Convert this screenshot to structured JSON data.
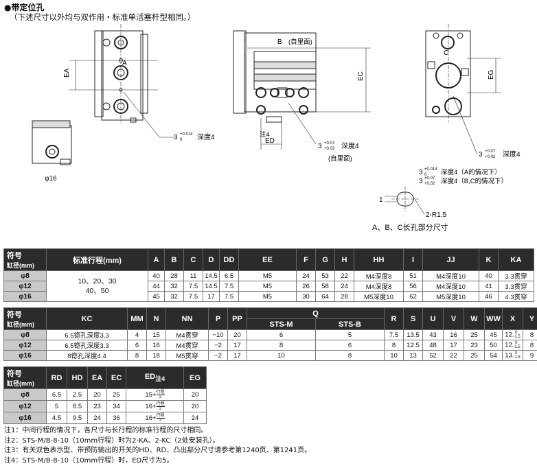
{
  "header": {
    "title": "●带定位孔",
    "subtitle": "（下述尺寸以外均与双作用・标准单活塞杆型相同。）"
  },
  "drawing_labels": {
    "ea": "EA",
    "a": "A",
    "hole_tol_1": "3",
    "hole_tol_1_sup": "+0.014",
    "hole_tol_1_sub": "0",
    "hole_tol_1_depth": "深度4",
    "phi16": "φ16",
    "b": "B",
    "back_face": "(自里面)",
    "ec": "EC",
    "note4": "注4",
    "ed": "ED",
    "hole_tol_2": "3",
    "hole_tol_2_sup": "+0.07",
    "hole_tol_2_sub": "+0.02",
    "hole_tol_2_depth": "深度4",
    "back_face_2": "(自里面)",
    "c": "C",
    "eg": "EG",
    "hole_tol_3": "3",
    "hole_tol_3_sup": "+0.07",
    "hole_tol_3_sub": "+0.02",
    "hole_tol_3_depth": "深度4",
    "slot_a_line": "3",
    "slot_a_sup": "+0.014",
    "slot_a_sub": "0",
    "slot_a_text": "深度4（A的情况下）",
    "slot_bc_line": "3",
    "slot_bc_sup": "+0.07",
    "slot_bc_sub": "+0.02",
    "slot_bc_text": "深度4（B,C的情况下）",
    "dim_1": "1",
    "r15": "2-R1.5",
    "slot_caption": "A、B、C长孔部分尺寸"
  },
  "table1": {
    "corner_top": "符号",
    "corner_bottom": "缸径(mm)",
    "stroke_head": "标准行程(mm)",
    "stroke_line1": "10、20、30",
    "stroke_line2": "40、50",
    "cols": [
      "A",
      "B",
      "C",
      "D",
      "DD",
      "EE",
      "F",
      "G",
      "H",
      "HH",
      "I",
      "JJ",
      "K",
      "KA"
    ],
    "rows": [
      {
        "bore": "φ8",
        "vals": [
          "40",
          "28",
          "11",
          "14.5",
          "6.5",
          "M5",
          "24",
          "53",
          "22",
          "M4深度8",
          "51",
          "M4深度10",
          "40",
          "3.3贯穿"
        ]
      },
      {
        "bore": "φ12",
        "vals": [
          "44",
          "32",
          "7.5",
          "14.5",
          "7.5",
          "M5",
          "26",
          "58",
          "24",
          "M4深度8",
          "56",
          "M4深度10",
          "41",
          "3.3贯穿"
        ]
      },
      {
        "bore": "φ16",
        "vals": [
          "45",
          "32",
          "7.5",
          "17",
          "7.5",
          "M5",
          "30",
          "64",
          "28",
          "M5深度10",
          "62",
          "M5深度10",
          "46",
          "4.3贯穿"
        ]
      }
    ]
  },
  "table2": {
    "corner_top": "符号",
    "corner_bottom": "缸径(mm)",
    "cols_a": [
      "KC",
      "MM",
      "N",
      "NN",
      "P",
      "PP"
    ],
    "q_head": "Q",
    "q_sub": [
      "STS-M",
      "STS-B"
    ],
    "cols_b": [
      "R",
      "S",
      "U",
      "V",
      "W",
      "WW",
      "X",
      "Y"
    ],
    "rows": [
      {
        "bore": "φ8",
        "kc": "6.5锪孔深度3.3",
        "mm": "4",
        "n": "15",
        "nn": "M4贯穿",
        "p": "−10",
        "pp": "20",
        "qm": "6",
        "qb": "5",
        "r": "7.5",
        "s": "13.5",
        "u": "43",
        "v": "16",
        "w": "25",
        "ww": "45",
        "x": "12",
        "x_sup": "0",
        "x_sub": "−1.5",
        "y": "8"
      },
      {
        "bore": "φ12",
        "kc": "6.5锪孔深度3.3",
        "mm": "6",
        "n": "16",
        "nn": "M4贯穿",
        "p": "−2",
        "pp": "17",
        "qm": "8",
        "qb": "6",
        "r": "8",
        "s": "12.5",
        "u": "48",
        "v": "17",
        "w": "23",
        "ww": "50",
        "x": "12",
        "x_sup": "0",
        "x_sub": "−1.5",
        "y": "8"
      },
      {
        "bore": "φ16",
        "kc": "8锪孔深度4.4",
        "mm": "8",
        "n": "18",
        "nn": "M5贯穿",
        "p": "−2",
        "pp": "17",
        "qm": "10",
        "qb": "8",
        "r": "10",
        "s": "13",
        "u": "52",
        "v": "22",
        "w": "25",
        "ww": "54",
        "x": "13",
        "x_sup": "0",
        "x_sub": "−1.5",
        "y": "9"
      }
    ]
  },
  "table3": {
    "corner_top": "符号",
    "corner_bottom": "缸径(mm)",
    "cols": [
      "RD",
      "HD",
      "EA",
      "EC",
      "ED",
      "EG"
    ],
    "ed_note": "注4",
    "frac_num": "行程",
    "frac_den": "2",
    "rows": [
      {
        "bore": "φ8",
        "rd": "6.5",
        "hd": "2.5",
        "ea": "20",
        "ec": "25",
        "ed": "15+",
        "eg": "20"
      },
      {
        "bore": "φ12",
        "rd": "5",
        "hd": "8.5",
        "ea": "23",
        "ec": "34",
        "ed": "16+",
        "eg": "20"
      },
      {
        "bore": "φ16",
        "rd": "4.5",
        "hd": "9.5",
        "ea": "24",
        "ec": "36",
        "ed": "16+",
        "eg": "24"
      }
    ]
  },
  "notes": [
    "注1：中间行程的情况下，各尺寸与长行程的标准行程的尺寸相同。",
    "注2：STS-M/B-8-10（10mm行程）时为2-KA、2-KC（2处安装孔）。",
    "注3：有关双色表示型、带预防输出的开关的HD、RD、凸出部分尺寸请参考第1240页、第1241页。",
    "注4：STS-M/B-8-10（10mm行程）时，ED尺寸为5。"
  ]
}
